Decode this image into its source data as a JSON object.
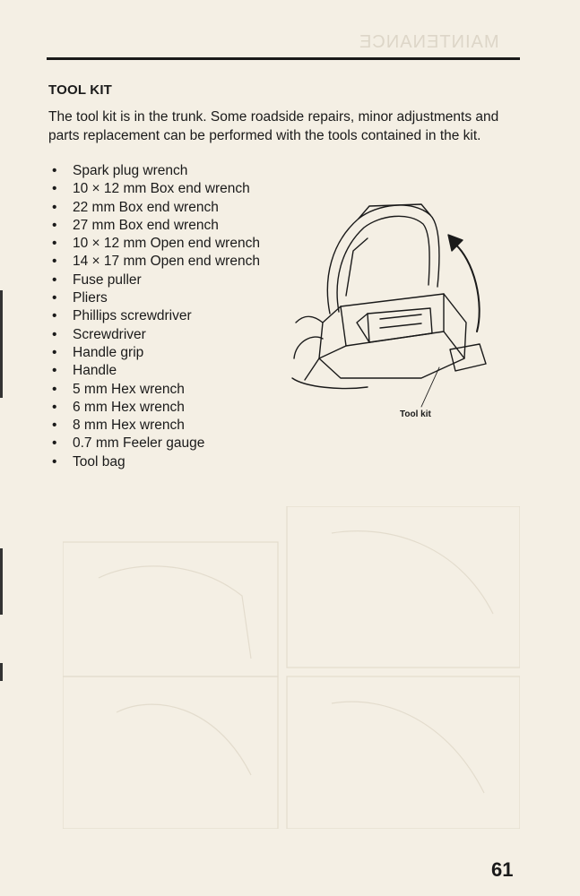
{
  "section": {
    "title": "TOOL KIT",
    "intro": "The tool kit is in the trunk. Some roadside repairs, minor adjustments and parts replacement can be performed with the tools contained in the kit."
  },
  "tools": [
    "Spark plug wrench",
    "10 × 12 mm Box end wrench",
    "22 mm Box end wrench",
    "27 mm Box end wrench",
    "10 × 12 mm Open end wrench",
    "14 × 17 mm Open end wrench",
    "Fuse puller",
    "Pliers",
    "Phillips screwdriver",
    "Screwdriver",
    "Handle grip",
    "Handle",
    "5 mm Hex wrench",
    "6 mm Hex wrench",
    "8 mm Hex wrench",
    "0.7 mm Feeler gauge",
    "Tool bag"
  ],
  "illustration": {
    "caption": "Tool kit"
  },
  "footer": {
    "page_number": "61"
  }
}
